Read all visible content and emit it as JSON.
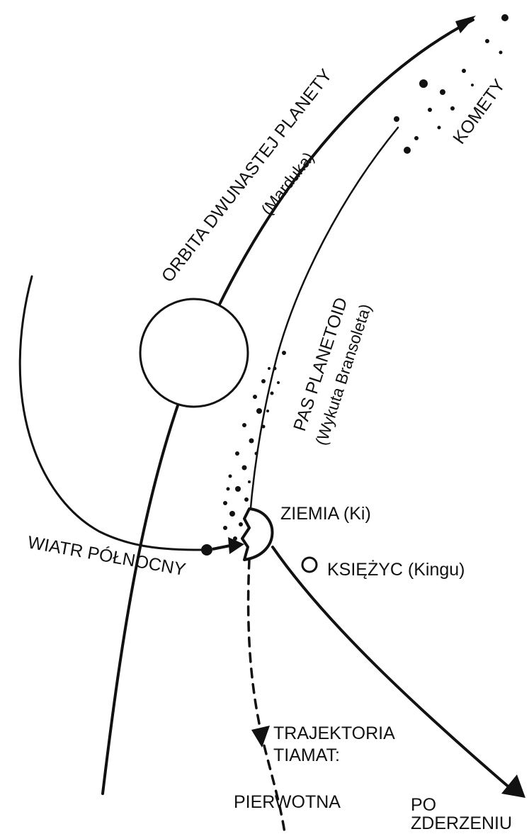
{
  "diagram": {
    "labels": {
      "orbit_title": "ORBITA DWUNASTEJ PLANETY",
      "orbit_subtitle": "(Marduka)",
      "comets": "KOMETY",
      "belt_title": "PAS PLANETOID",
      "belt_subtitle": "(Wykuta Bransoleta)",
      "earth": "ZIEMIA (Ki)",
      "moon": "KSIĘŻYC (Kingu)",
      "north_wind": "WIATR PÓŁNOCNY",
      "trajectory_line1": "TRAJEKTORIA",
      "trajectory_line2": "TIAMAT:",
      "original": "PIERWOTNA",
      "after_line1": "PO",
      "after_line2": "ZDERZENIU"
    },
    "colors": {
      "ink": "#111111",
      "background": "#ffffff"
    },
    "icons": {
      "planet": "large-circle",
      "moon": "small-circle",
      "earth": "half-moon-shape",
      "arrowhead": "triangle-arrow"
    }
  }
}
